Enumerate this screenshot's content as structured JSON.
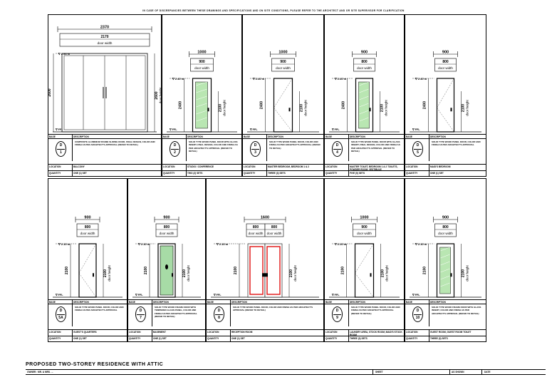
{
  "note": "IN CASE OF DISCREPANCIES BETWEEN THESE DRAWINGS AND SPECIFICATIONS AND ON SITE CONDITIONS, PLEASE REFER TO THE ARCHITECT AND OR SITE SUPERVISOR FOR CLARIFICATION",
  "labels": {
    "base": "BASE",
    "description": "DESCRIPTION",
    "location": "LOCATION",
    "quantity": "QUANTITY",
    "ffl": "FFL",
    "door_width": "door width",
    "door_height": "door height"
  },
  "row1": [
    {
      "mark": "1",
      "overall": "2370",
      "width1": "2170",
      "height": "2600",
      "clear": "2600",
      "level": "2.94 m",
      "desc": "COMPOSITE ALUMINIUM FRAME SLIDING DOOR, FINAL DESIGN, COLOR AND FINISH AS PER ARCHITECT'S APPROVAL (REFER TO DETAIL)",
      "location": "BALCONY",
      "qty": "ONE (1) SET"
    },
    {
      "mark": "2",
      "overall": "1000",
      "width1": "900",
      "height": "2400",
      "clear": "2100",
      "level": "2.40 m",
      "desc": "SOLID TYPE WOOD PANEL DOOR WITH GLASS INSERT, FINAL DESIGN, COLOR AND FINISH AS PER ARCHITECT'S APPROVAL (REFER TO DETAIL)",
      "location": "STUDIO / CONFERENCE",
      "qty": "TWO (2) SETS"
    },
    {
      "mark": "3",
      "overall": "1000",
      "width1": "900",
      "height": "2400",
      "clear": "2100",
      "level": "2.40 m",
      "desc": "SOLID TYPE WOOD PANEL DOOR, COLOR AND FINISH AS PER ARCHITECT'S APPROVAL (REFER TO DETAIL)",
      "location": "MASTER BEDROOM, BEDROOM 1 & 2",
      "qty": "THREE (3) SETS"
    },
    {
      "mark": "4",
      "overall": "900",
      "width1": "800",
      "height": "2400",
      "clear": "2100",
      "level": "2.40 m",
      "desc": "SOLID TYPE WOOD PANEL DOOR WITH GLASS INSERT, FINAL DESIGN, COLOR AND FINISH AS PER ARCHITECT'S APPROVAL (REFER TO DETAIL)",
      "location": "MASTER TOILET, BEDROOM 1 & 2 TOILETS, POWDER ROOM, VESTIBULE",
      "qty": "FIVE (5) SETS"
    },
    {
      "mark": "5",
      "overall": "900",
      "width1": "800",
      "height": "2400",
      "clear": "2100",
      "level": "2.40 m",
      "desc": "SOLID TYPE WOOD PANEL DOOR, COLOR AND FINISH AS PER ARCHITECT'S APPROVAL",
      "location": "MAID'S BEDROOM",
      "qty": "ONE (1) SET"
    }
  ],
  "row2": [
    {
      "mark": "5A",
      "overall": "900",
      "width1": "800",
      "height": "2100",
      "level": "2.10 m",
      "desc": "SOLID TYPE WOOD PANEL DOOR, COLOR AND FINISH AS PER ARCHITECT'S APPROVAL",
      "location": "GUEST'S QUARTERS",
      "qty": "ONE (1) SET"
    },
    {
      "mark": "7",
      "overall": "900",
      "width1": "800",
      "height": "2100",
      "level": "2.10 m",
      "desc": "SOLID TYPE WOOD FRAME DOOR WITH TEMPERED GLASS PANEL, COLOR AND FINISH AS PER ARCHITECT'S APPROVAL (REFER TO DETAIL)",
      "location": "BASEMENT",
      "qty": "ONE (1) SET"
    },
    {
      "mark": "8",
      "overall": "1600",
      "width1": "800",
      "width2": "800",
      "height": "2100",
      "level": "2.10 m",
      "desc": "SOLID TYPE WOOD PANEL DOOR, COLOR AND FINISH AS PER ARCHITECT'S APPROVAL (REFER TO DETAIL)",
      "location": "RECEPTION ROOM",
      "qty": "ONE (1) SET"
    },
    {
      "mark": "9",
      "overall": "1000",
      "width1": "900",
      "height": "2100",
      "level": "2.10 m",
      "desc": "SOLID TYPE WOOD PANEL DOOR, COLOR AND FINISH AS PER ARCHITECT'S APPROVAL (REFER TO DETAIL)",
      "location": "LAUNDRY AREA, STOCK ROOM, MAID'S STOCK ROOM",
      "qty": "THREE (3) SETS"
    },
    {
      "mark": "10",
      "overall": "900",
      "width1": "800",
      "height": "2100",
      "level": "2.10 m",
      "desc": "SOLID TYPE WOOD FRAME DOOR WITH GLASS INSERT, COLOR AND FINISH AS PER ARCHITECT'S APPROVAL (REFER TO DETAIL)",
      "location": "GUEST ROOM, GUEST ROOM TOILET",
      "qty": "THREE (3) SETS"
    }
  ],
  "title": "PROPOSED TWO-STOREY RESIDENCE WITH ATTIC",
  "titlebar": {
    "left": "OWNER : MR. & MRS. ...",
    "sheet": "SHEET",
    "scale": "AS SHOWN",
    "date": "DATE"
  }
}
